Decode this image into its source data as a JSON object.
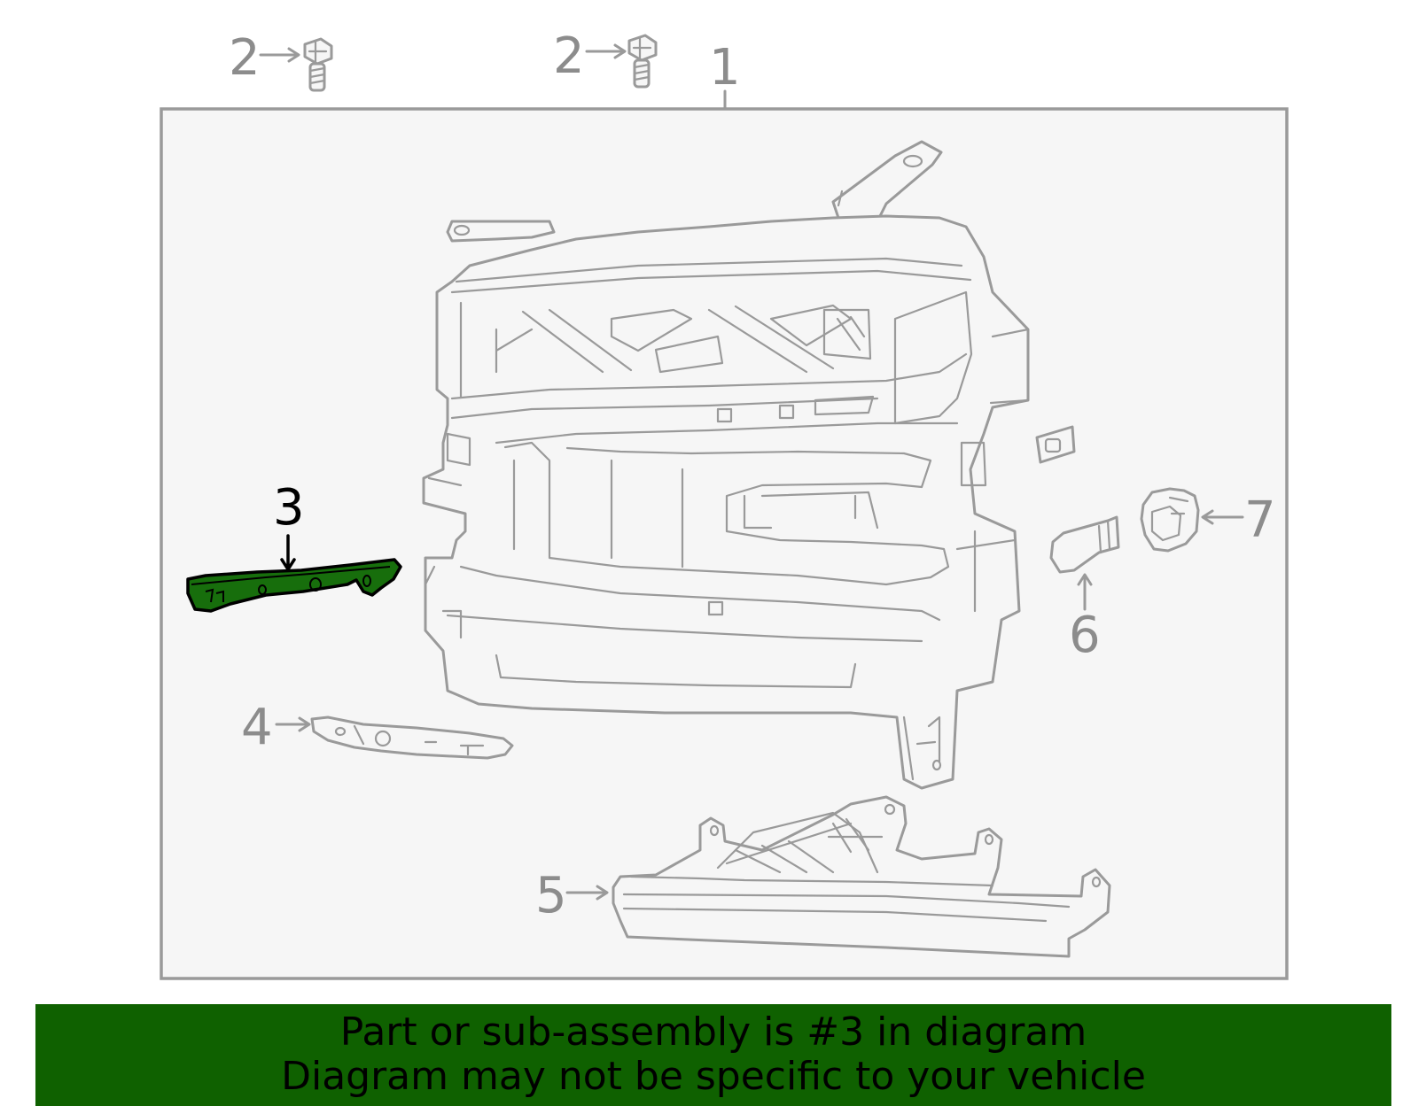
{
  "diagram": {
    "callouts": {
      "c1": "1",
      "c2a": "2",
      "c2b": "2",
      "c3": "3",
      "c4": "4",
      "c5": "5",
      "c6": "6",
      "c7": "7"
    },
    "highlight_part": "3",
    "highlight_color": "#176e0c",
    "frame_fill": "#f6f6f6",
    "line_color": "#9a9a9a"
  },
  "banner": {
    "line1": "Part or sub-assembly is #3 in diagram",
    "line2": "Diagram may not be specific to your vehicle",
    "background": "#0f6100"
  }
}
